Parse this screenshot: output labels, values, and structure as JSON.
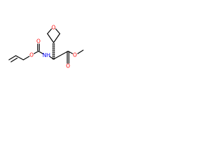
{
  "molecule": {
    "atoms": {
      "oxetane_o": {
        "symbol": "O",
        "color": "#ff0000"
      },
      "nh": {
        "symbol": "NH",
        "color": "#0000ff"
      },
      "carbamate_carbonyl_o": {
        "symbol": "O",
        "color": "#ff0000"
      },
      "carbamate_ester_o": {
        "symbol": "O",
        "color": "#ff0000"
      },
      "ester_carbonyl_o": {
        "symbol": "O",
        "color": "#ff0000"
      },
      "ester_o": {
        "symbol": "O",
        "color": "#ff0000"
      }
    },
    "colors": {
      "bond": "#000000",
      "oxygen": "#ff0000",
      "nitrogen": "#0000ff",
      "background": "#ffffff"
    }
  }
}
